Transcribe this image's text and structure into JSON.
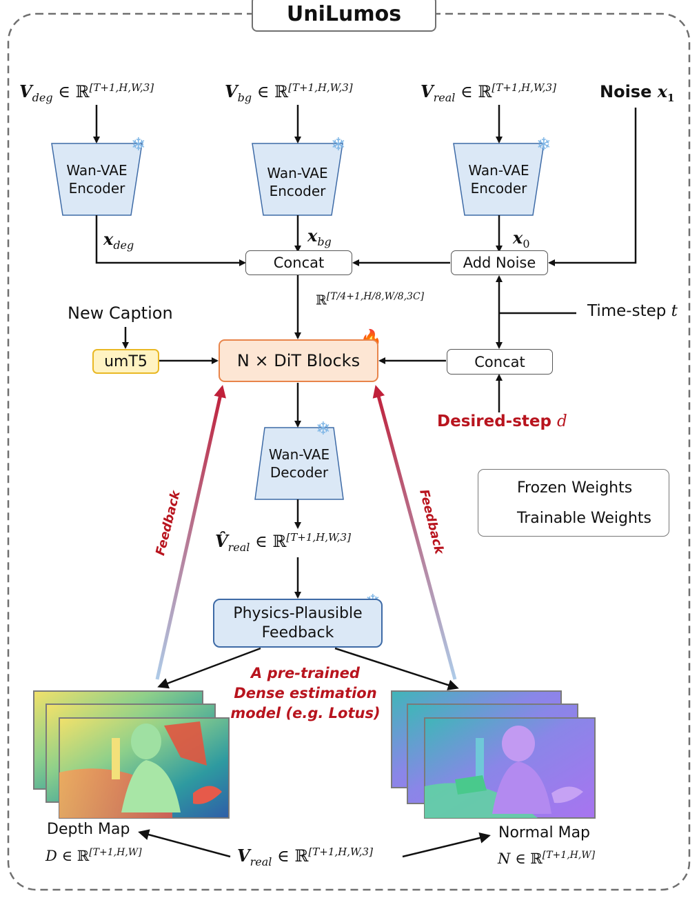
{
  "title": "UniLumos",
  "inputs": {
    "v_deg": "V",
    "v_deg_sub": "deg",
    "v_deg_space": "∈ ℝ",
    "v_deg_dims": "[T+1,H,W,3]",
    "v_bg": "V",
    "v_bg_sub": "bg",
    "v_bg_space": "∈ ℝ",
    "v_bg_dims": "[T+1,H,W,3]",
    "v_real": "V",
    "v_real_sub": "real",
    "v_real_space": "∈ ℝ",
    "v_real_dims": "[T+1,H,W,3]",
    "noise_label": "Noise",
    "noise_var": "x",
    "noise_sub": "1"
  },
  "encoders": [
    {
      "line1": "Wan-VAE",
      "line2": "Encoder"
    },
    {
      "line1": "Wan-VAE",
      "line2": "Encoder"
    },
    {
      "line1": "Wan-VAE",
      "line2": "Encoder"
    }
  ],
  "latents": {
    "x_deg": "x",
    "x_deg_sub": "deg",
    "x_bg": "x",
    "x_bg_sub": "bg",
    "x_0": "x",
    "x_0_sub": "0"
  },
  "blocks": {
    "concat_left": "Concat",
    "add_noise": "Add Noise",
    "concat_right": "Concat",
    "dit": "N × DiT Blocks",
    "umt5": "umT5",
    "decoder_line1": "Wan-VAE",
    "decoder_line2": "Decoder",
    "physics_line1": "Physics-Plausible",
    "physics_line2": "Feedback"
  },
  "labels": {
    "concat_shape_space": "ℝ",
    "concat_shape_dims": "[T/4+1,H/8,W/8,3C]",
    "new_caption": "New Caption",
    "time_step": "Time-step",
    "time_step_var": "t",
    "desired_step": "Desired-step",
    "desired_step_var": "d",
    "feedback_left": "Feedback",
    "feedback_right": "Feedback",
    "vhat": "V̂",
    "vhat_sub": "real",
    "vhat_space": "∈ ℝ",
    "vhat_dims": "[T+1,H,W,3]",
    "dense_line1": "A pre-trained",
    "dense_line2": "Dense estimation",
    "dense_line3": "model (e.g. Lotus)",
    "depth_map": "Depth Map",
    "normal_map": "Normal Map",
    "depth_formula_var": "D",
    "depth_formula_space": "∈ ℝ",
    "depth_formula_dims": "[T+1,H,W]",
    "normal_formula_var": "N",
    "normal_formula_space": "∈ ℝ",
    "normal_formula_dims": "[T+1,H,W]",
    "bottom_v": "V",
    "bottom_v_sub": "real",
    "bottom_v_space": "∈ ℝ",
    "bottom_v_dims": "[T+1,H,W,3]"
  },
  "legend": {
    "frozen": "Frozen Weights",
    "trainable": "Trainable Weights"
  },
  "colors": {
    "encoder_fill": "#dbe8f6",
    "dit_fill": "#fde6d4",
    "dit_border": "#e8844a",
    "umt5_fill": "#fff3c2",
    "umt5_border": "#e9b824",
    "feedback_red": "#b8141e",
    "feedback_blue": "#aecbe8"
  }
}
